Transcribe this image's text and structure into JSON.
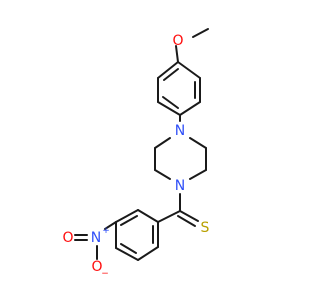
{
  "structure": {
    "atoms": {
      "methoxy_oxygen": "O",
      "piperazine_n_top": "N",
      "piperazine_n_bottom": "N",
      "thione_sulfur": "S",
      "nitro_nitrogen": "N",
      "nitro_nitrogen_charge": "+",
      "nitro_oxygen_left": "O",
      "nitro_oxygen_bottom": "O",
      "nitro_oxygen_bottom_charge": "−"
    },
    "colors": {
      "bond": "#1a1a1a",
      "oxygen": "#ff0d0d",
      "nitrogen": "#3050f8",
      "sulfur": "#b8a000",
      "background": "#ffffff"
    }
  }
}
